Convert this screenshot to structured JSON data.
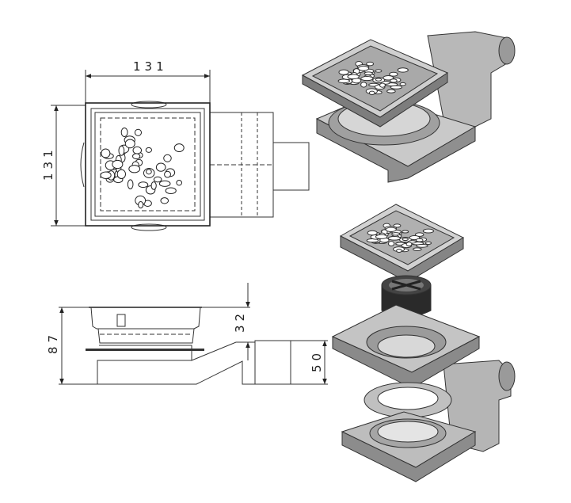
{
  "title": "Floor drain technical drawing",
  "dimensions": {
    "top_width": "131",
    "top_height": "131",
    "total_height": "87",
    "grate_depth": "32",
    "outlet_height": "50"
  },
  "colors": {
    "line": "#333333",
    "metal_light": "#d4d4d4",
    "metal_mid": "#a9a9a9",
    "metal_dark": "#6e6e6e",
    "trap_black": "#2a2a2a"
  }
}
